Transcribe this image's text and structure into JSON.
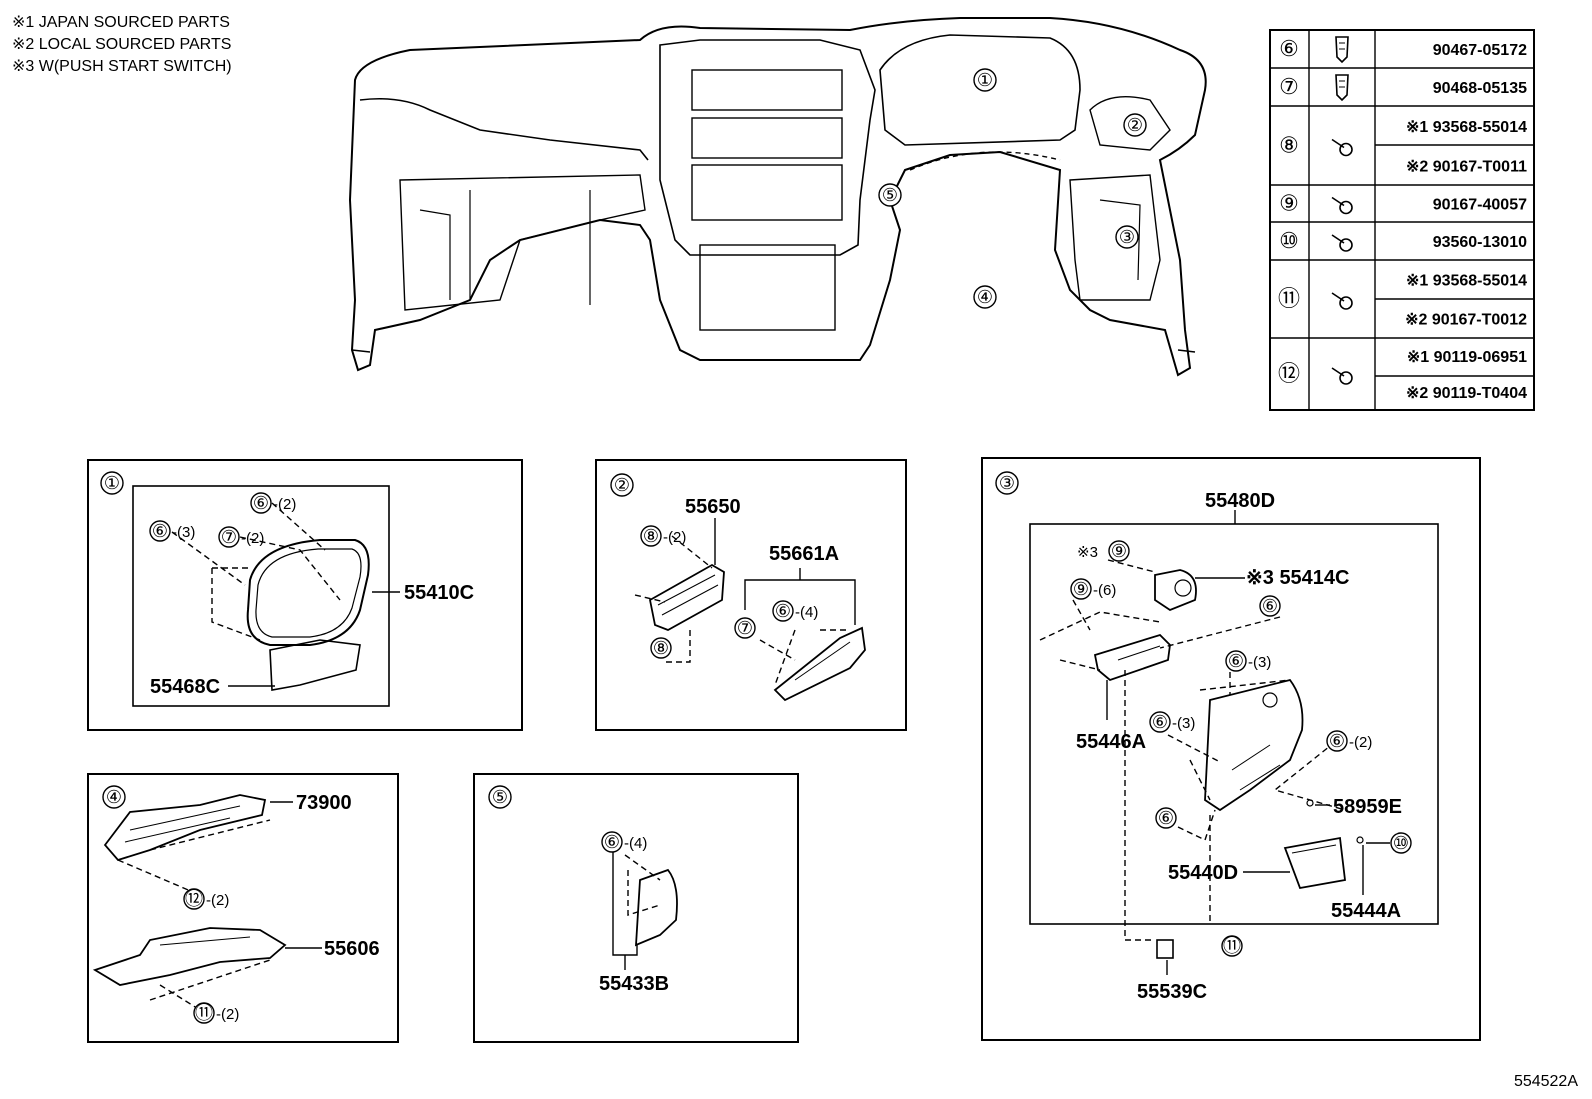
{
  "legend": [
    "※1 JAPAN SOURCED PARTS",
    "※2 LOCAL SOURCED PARTS",
    "※3 W(PUSH START SWITCH)"
  ],
  "overview_callouts": [
    "①",
    "②",
    "③",
    "④",
    "⑤"
  ],
  "fastener_table": [
    {
      "ref": "⑥",
      "icon": "clip-icon",
      "parts": [
        "90467-05172"
      ]
    },
    {
      "ref": "⑦",
      "icon": "clip-icon",
      "parts": [
        "90468-05135"
      ]
    },
    {
      "ref": "⑧",
      "icon": "screw-icon",
      "parts": [
        "※1 93568-55014",
        "※2 90167-T0011"
      ]
    },
    {
      "ref": "⑨",
      "icon": "screw-icon",
      "parts": [
        "90167-40057"
      ]
    },
    {
      "ref": "⑩",
      "icon": "screw-icon",
      "parts": [
        "93560-13010"
      ]
    },
    {
      "ref": "⑪",
      "icon": "screw-icon",
      "parts": [
        "※1 93568-55014",
        "※2 90167-T0012"
      ]
    },
    {
      "ref": "⑫",
      "icon": "bolt-icon",
      "parts": [
        "※1 90119-06951",
        "※2 90119-T0404"
      ]
    }
  ],
  "panels": {
    "p1": {
      "num": "①",
      "labels": [
        "6-(2)",
        "6-(3)",
        "7-(2)",
        "55410C",
        "55468C"
      ]
    },
    "p2": {
      "num": "②",
      "labels": [
        "55650",
        "8-(2)",
        "55661A",
        "6-(4)",
        "7",
        "8"
      ]
    },
    "p3": {
      "num": "③",
      "labels": [
        "55480D",
        "※3",
        "9",
        "※3 55414C",
        "9-(6)",
        "6",
        "6-(3)",
        "55446A",
        "6-(3)",
        "6-(2)",
        "58959E",
        "6",
        "10",
        "55440D",
        "55444A",
        "11",
        "55539C"
      ]
    },
    "p4": {
      "num": "④",
      "labels": [
        "73900",
        "12-(2)",
        "55606",
        "11-(2)"
      ]
    },
    "p5": {
      "num": "⑤",
      "labels": [
        "6-(4)",
        "55433B"
      ]
    }
  },
  "text": {
    "p1_6a": "⑥",
    "p1_6a_q": "-(2)",
    "p1_6b": "⑥",
    "p1_6b_q": "-(3)",
    "p1_7": "⑦",
    "p1_7_q": "-(2)",
    "p1_55410C": "55410C",
    "p1_55468C": "55468C",
    "p2_55650": "55650",
    "p2_8a": "⑧",
    "p2_8a_q": "-(2)",
    "p2_55661A": "55661A",
    "p2_6": "⑥",
    "p2_6_q": "-(4)",
    "p2_7": "⑦",
    "p2_8b": "⑧",
    "p3_55480D": "55480D",
    "p3_x3a": "※3",
    "p3_9a": "⑨",
    "p3_55414C": "※3 55414C",
    "p3_9b": "⑨",
    "p3_9b_q": "-(6)",
    "p3_6a": "⑥",
    "p3_6b": "⑥",
    "p3_6b_q": "-(3)",
    "p3_55446A": "55446A",
    "p3_6c": "⑥",
    "p3_6c_q": "-(3)",
    "p3_6d": "⑥",
    "p3_6d_q": "-(2)",
    "p3_58959E": "58959E",
    "p3_6e": "⑥",
    "p3_10": "⑩",
    "p3_55440D": "55440D",
    "p3_55444A": "55444A",
    "p3_11": "⑪",
    "p3_55539C": "55539C",
    "p4_73900": "73900",
    "p4_12": "⑫",
    "p4_12_q": "-(2)",
    "p4_55606": "55606",
    "p4_11": "⑪",
    "p4_11_q": "-(2)",
    "p5_6": "⑥",
    "p5_6_q": "-(4)",
    "p5_55433B": "55433B",
    "ov1": "①",
    "ov2": "②",
    "ov3": "③",
    "ov4": "④",
    "ov5": "⑤",
    "pn1": "①",
    "pn2": "②",
    "pn3": "③",
    "pn4": "④",
    "pn5": "⑤"
  },
  "drawing_code": "554522A"
}
